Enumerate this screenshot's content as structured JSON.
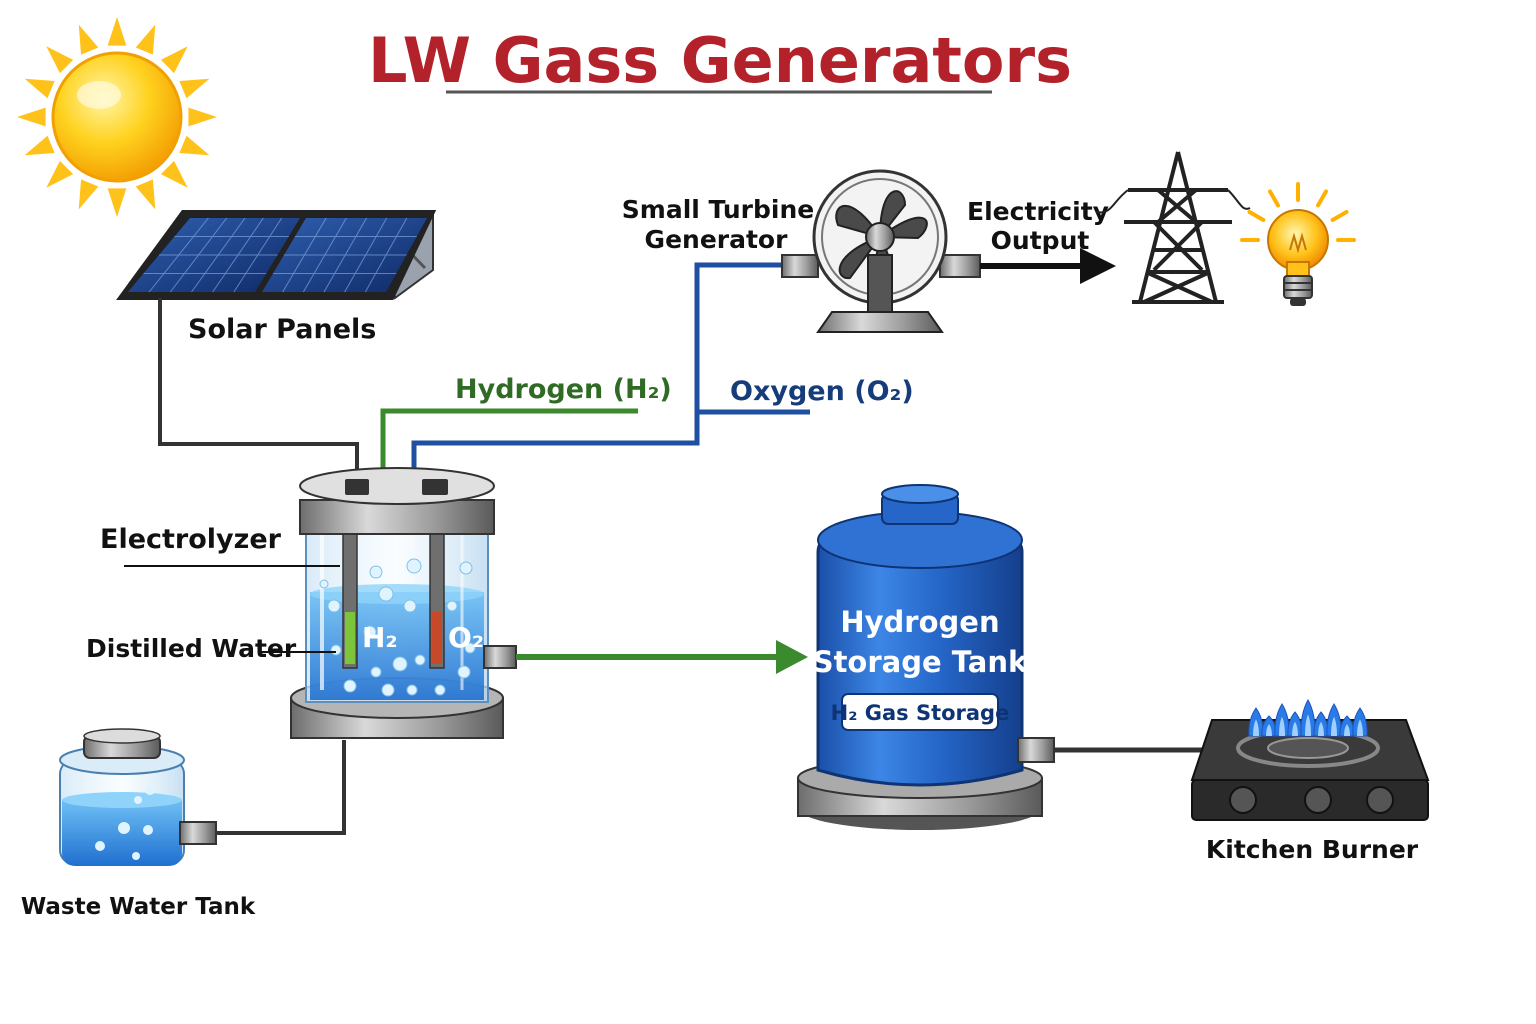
{
  "title": "LW Gass Generators",
  "labels": {
    "solar_panels": "Solar Panels",
    "turbine_line1": "Small Turbine",
    "turbine_line2": "Generator",
    "electricity_line1": "Electricity",
    "electricity_line2": "Output",
    "hydrogen_pipe": "Hydrogen (H₂)",
    "oxygen_pipe": "Oxygen (O₂)",
    "electrolyzer": "Electrolyzer",
    "distilled_water": "Distilled Water",
    "h2_mark": "H₂",
    "o2_mark": "O₂",
    "storage_line1": "Hydrogen",
    "storage_line2": "Storage Tank",
    "storage_badge": "H₂ Gas Storage",
    "waste_tank": "Waste Water Tank",
    "kitchen_burner": "Kitchen Burner"
  },
  "colors": {
    "title": "#b3222a",
    "hydrogen_line": "#3c8a2e",
    "oxygen_line": "#1f4fa0",
    "wire": "#333333",
    "tank_blue": "#1f5fbf",
    "water": "#3a8fe0",
    "flame": "#2a7be8",
    "sun": "#ffc21a"
  }
}
